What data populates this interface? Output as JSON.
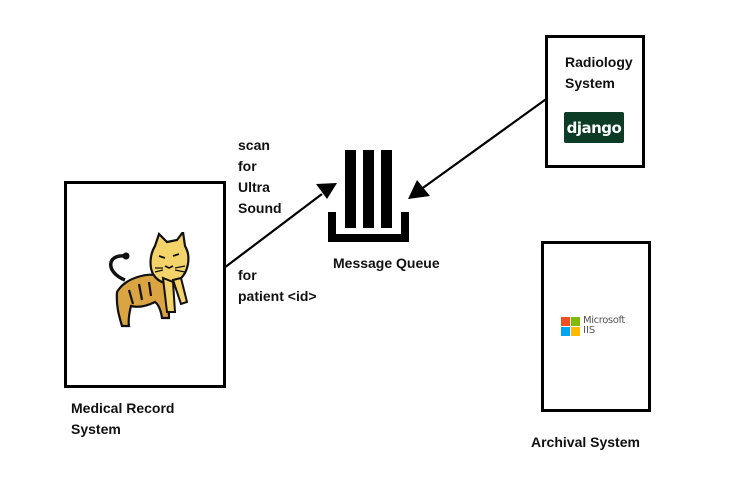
{
  "connectors": {
    "request_label": "scan\nfor\nUltra\nSound",
    "request_label_2": "for\npatient <id>"
  },
  "queue": {
    "label": "Message Queue"
  },
  "medical_record_system": {
    "label": "Medical Record\nSystem",
    "logo_icon": "tomcat-cat-logo"
  },
  "radiology_system": {
    "label": "Radiology\nSystem",
    "logo_text": "django",
    "logo_bg_color": "#0c3c26"
  },
  "archival_system": {
    "label": "Archival System",
    "logo_text_1": "Microsoft",
    "logo_text_2": "IIS",
    "logo_colors": [
      "#f25022",
      "#7fba00",
      "#00a4ef",
      "#ffb900"
    ]
  }
}
